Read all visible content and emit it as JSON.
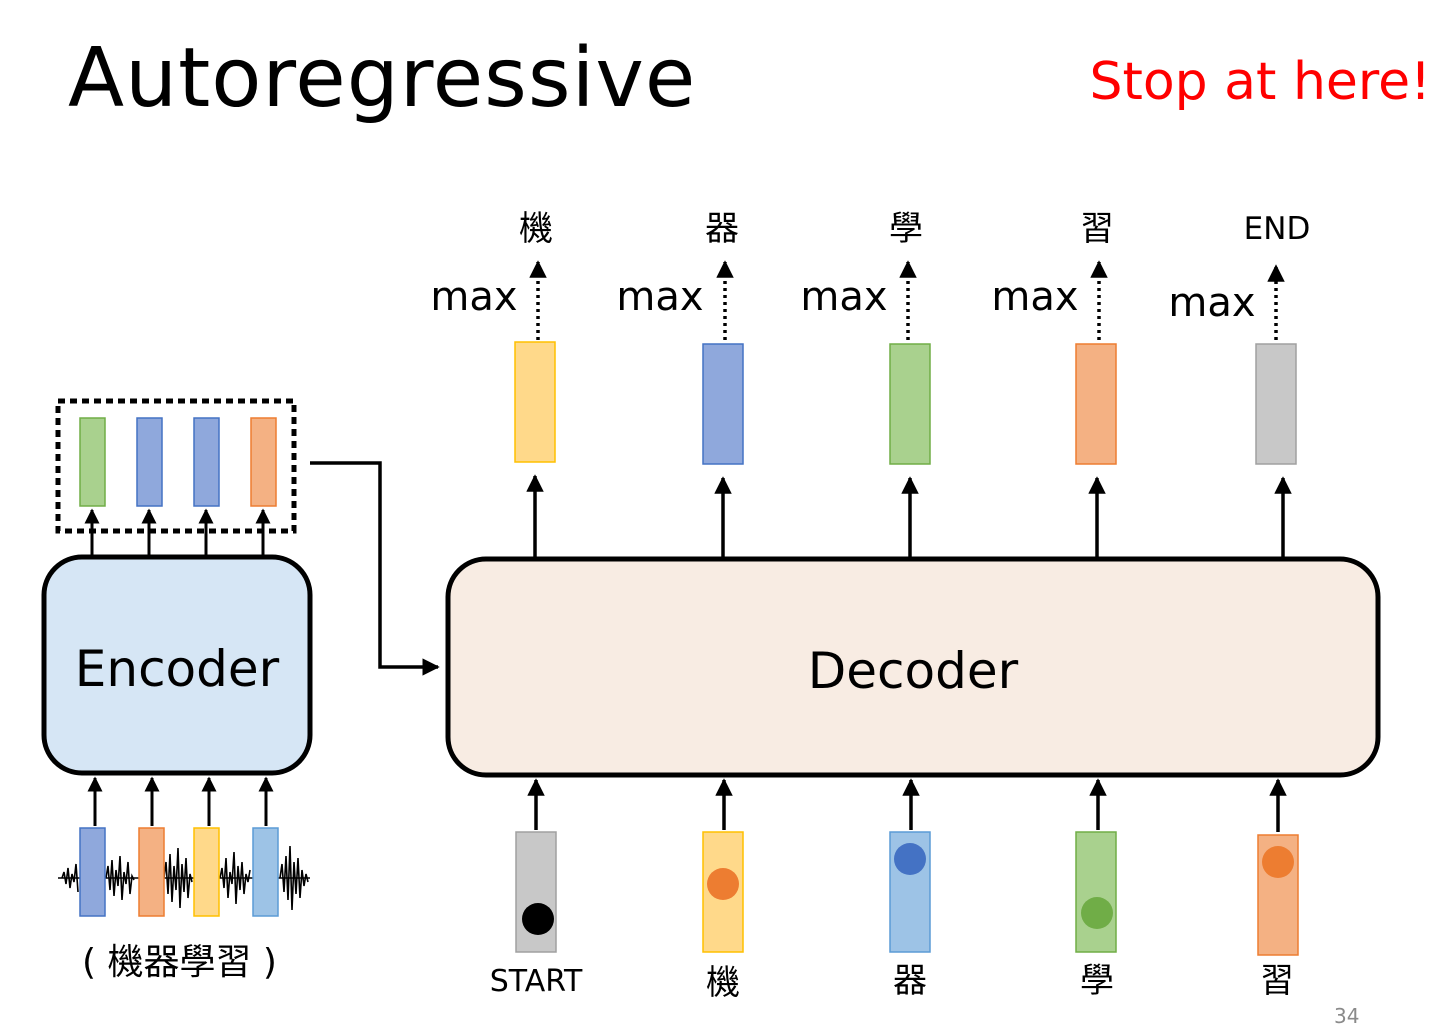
{
  "title": "Autoregressive",
  "note": "Stop at here!",
  "page_number": "34",
  "encoder": {
    "label": "Encoder",
    "input_label": "( 機器學習 )"
  },
  "decoder": {
    "label": "Decoder",
    "steps": [
      {
        "input": "START",
        "output": "機",
        "op": "max"
      },
      {
        "input": "機",
        "output": "器",
        "op": "max"
      },
      {
        "input": "器",
        "output": "學",
        "op": "max"
      },
      {
        "input": "學",
        "output": "習",
        "op": "max"
      },
      {
        "input": "習",
        "output": "END",
        "op": "max"
      }
    ]
  },
  "colors": {
    "note": "#ff0000",
    "yellow": "#ffd98a",
    "blue": "#8fa8dc",
    "green": "#a9d18e",
    "orange": "#f4b183",
    "gray": "#c8c8c8",
    "light_blue": "#9dc3e6",
    "encoder_fill": "#d6e6f5",
    "decoder_fill": "#f8ece3"
  }
}
